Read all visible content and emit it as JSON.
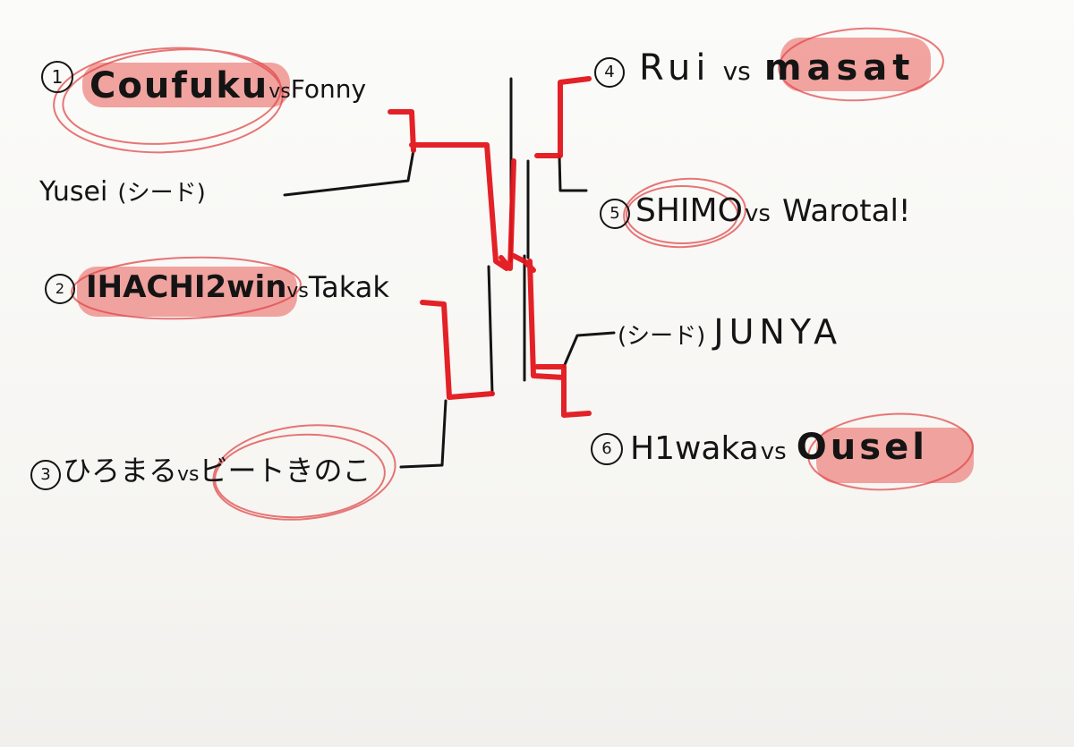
{
  "bracket": {
    "left": {
      "match1": {
        "number": "1",
        "player_a": "Coufuku",
        "vs": "vs",
        "player_b": "Fonny"
      },
      "seed_left": {
        "player": "Yusei",
        "seed": "(シード)"
      },
      "match2": {
        "number": "2",
        "player_a": "IHACHI2win",
        "vs": "vs",
        "player_b": "Takak"
      },
      "match3": {
        "number": "3",
        "player_a": "ひろまる",
        "vs": "vs",
        "player_b": "ビートきのこ"
      }
    },
    "right": {
      "match4": {
        "number": "4",
        "player_a": "Rui",
        "vs": "vs",
        "player_b": "masat"
      },
      "match5": {
        "number": "5",
        "player_a": "SHIMO",
        "vs": "vs",
        "player_b": "Warotal!"
      },
      "seed_right": {
        "seed": "(シード)",
        "player": "JUNYA"
      },
      "match6": {
        "number": "6",
        "player_a": "H1waka",
        "vs": "vs",
        "player_b": "Ousel"
      }
    }
  },
  "colors": {
    "ink": "#141414",
    "winner_line": "#e2161c",
    "highlight": "#ec6e69",
    "circle": "#e0484a"
  }
}
